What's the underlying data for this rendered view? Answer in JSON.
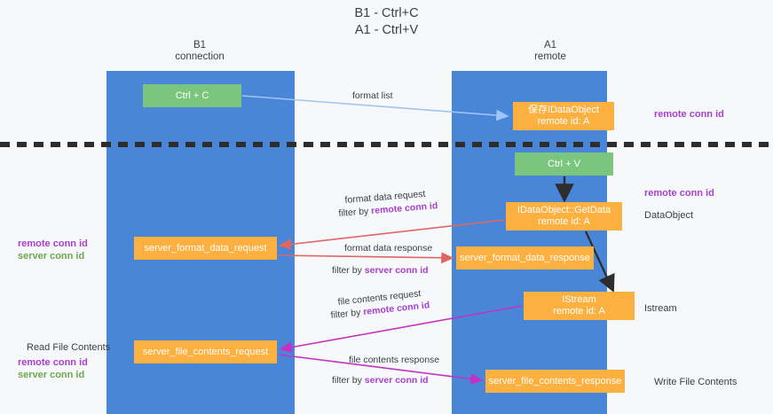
{
  "title": {
    "line1": "B1 - Ctrl+C",
    "line2": "A1 - Ctrl+V"
  },
  "columns": {
    "b1": {
      "name": "B1",
      "role": "connection"
    },
    "a1": {
      "name": "A1",
      "role": "remote"
    }
  },
  "colors": {
    "lane": "#4a86d8",
    "node_green": "#7bc67e",
    "node_orange": "#fbb040",
    "remote_conn_id": "#a83fd0",
    "server_conn_id": "#6aa84f",
    "arrow_format_list": "#9fc5f8",
    "arrow_format_data": "#e06666",
    "arrow_file_contents": "#c game",
    "arrow_control": "#2d2d2d",
    "background": "#f7f8f9"
  },
  "nodes": {
    "ctrl_c": {
      "label": "Ctrl + C"
    },
    "idataobject": {
      "line1": "保存IDataObject",
      "line2": "remote id: A"
    },
    "ctrl_v": {
      "label": "Ctrl + V"
    },
    "getdata": {
      "line1": "IDataObject::GetData",
      "line2": "remote id: A"
    },
    "server_format_data_request": {
      "label": "server_format_data_request"
    },
    "server_format_data_response": {
      "label": "server_format_data_response"
    },
    "istream": {
      "line1": "IStream",
      "line2": "remote id: A"
    },
    "server_file_contents_request": {
      "label": "server_file_contents_request"
    },
    "server_file_contents_response": {
      "label": "server_file_contents_response"
    }
  },
  "wire_labels": {
    "format_list": "format list",
    "format_data_request": "format data request",
    "format_data_request_filter_prefix": "filter by ",
    "format_data_request_filter_key": "remote conn id",
    "format_data_response": "format data response",
    "format_data_response_filter_prefix": "filter by ",
    "format_data_response_filter_key": "server conn id",
    "file_contents_request": "file contents request",
    "file_contents_request_filter_prefix": "filter by ",
    "file_contents_request_filter_key": "remote conn id",
    "file_contents_response": "file contents response",
    "file_contents_response_filter_prefix": "filter by ",
    "file_contents_response_filter_key": "server conn id"
  },
  "legends": {
    "remote_conn_id_top": "remote conn id",
    "remote_conn_id_mid": "remote conn id",
    "dataobject": "DataObject",
    "left_mid_remote": "remote conn id",
    "left_mid_server": "server conn id",
    "istream": "Istream",
    "read_file_contents": "Read File Contents",
    "left_bottom_remote": "remote conn id",
    "left_bottom_server": "server conn id",
    "write_file_contents": "Write File Contents"
  }
}
